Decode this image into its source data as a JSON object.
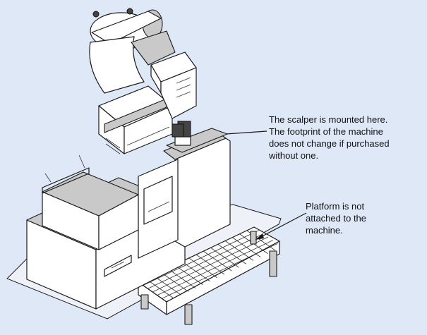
{
  "annotations": {
    "scalper": {
      "lines": [
        "The scalper is mounted here.",
        "The footprint of the machine",
        "does not change if purchased",
        "without one."
      ]
    },
    "platform": {
      "lines": [
        "Platform is not",
        "attached to the",
        "machine."
      ]
    }
  },
  "colors": {
    "background": "#dfe8f7",
    "line": "#1a1a1a",
    "metal_fill": "#ffffff",
    "shadow_fill": "#c9c9c9"
  },
  "icons": [
    "scalper-icon",
    "machine-icon",
    "platform-icon"
  ]
}
